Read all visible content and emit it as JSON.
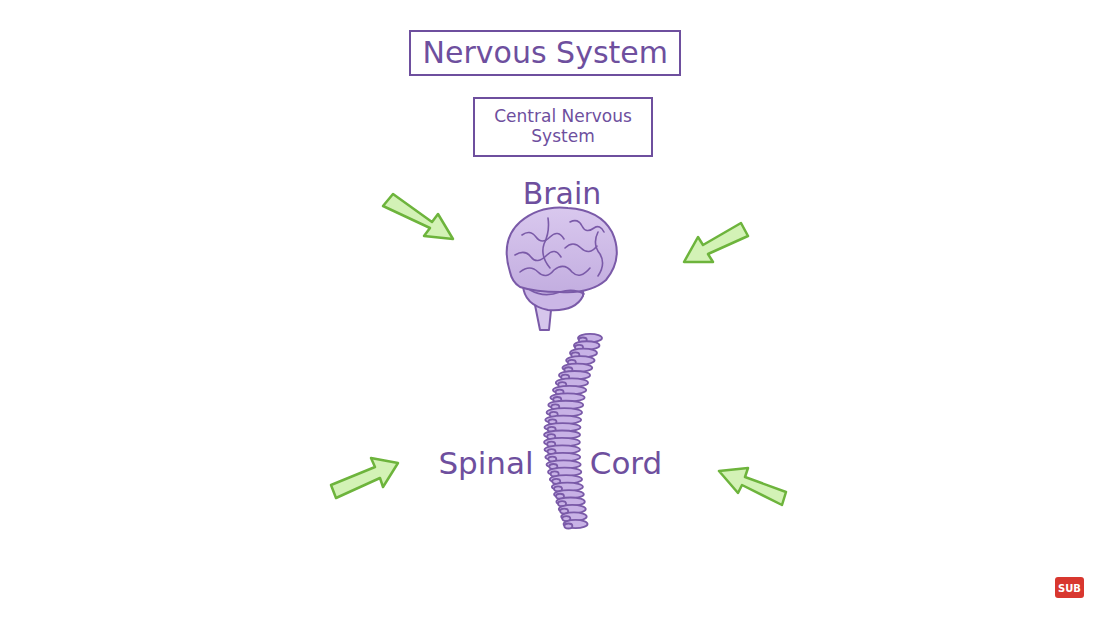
{
  "diagram": {
    "nodes": [
      {
        "text": [
          "Nervous System"
        ]
      },
      {
        "text": [
          "Central Nervous System"
        ]
      }
    ],
    "labels": [
      "Brain",
      "Spinal",
      "Cord",
      "SUB"
    ]
  }
}
